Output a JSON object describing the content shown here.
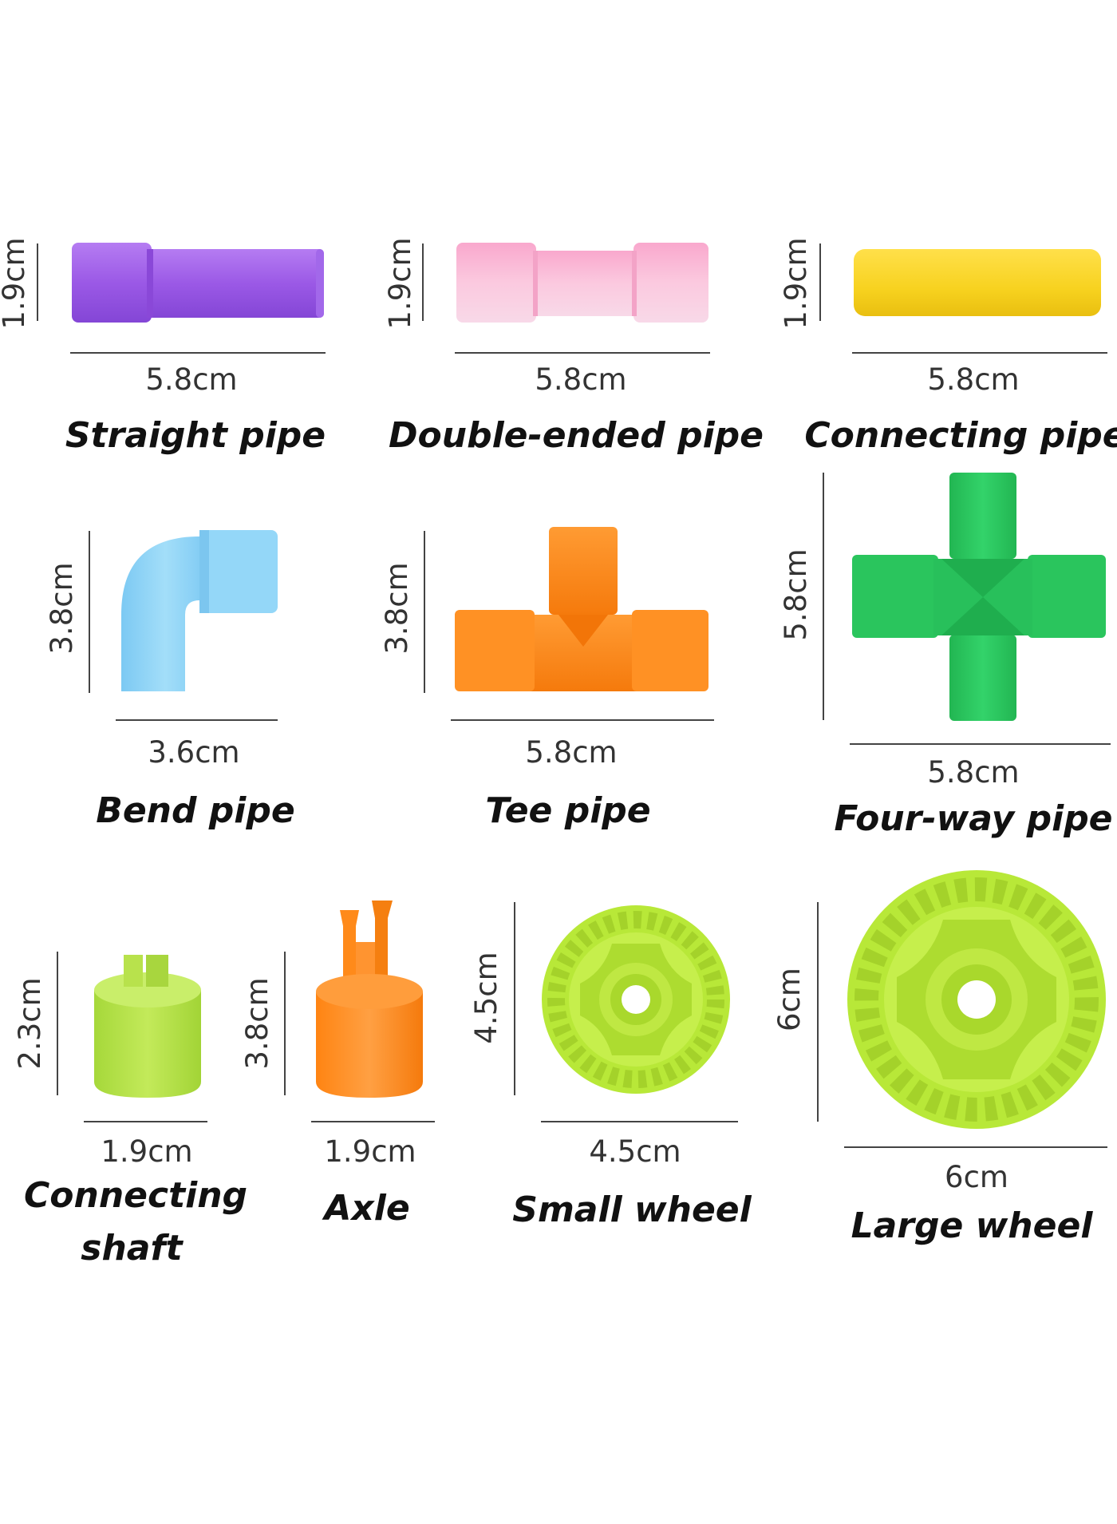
{
  "colors": {
    "purple": "#9b59e6",
    "pink": "#f7b6d2",
    "yellow": "#f7d21f",
    "light_blue": "#8fd4f7",
    "orange": "#ff8a1a",
    "green": "#27c45a",
    "lime": "#b4e04a",
    "wheel_lime": "#b8e838"
  },
  "pieces": {
    "straight_pipe": {
      "name": "Straight pipe",
      "width": "5.8cm",
      "height": "1.9cm"
    },
    "double_ended": {
      "name": "Double-ended pipe",
      "width": "5.8cm",
      "height": "1.9cm"
    },
    "connecting_pipe": {
      "name": "Connecting pipe",
      "width": "5.8cm",
      "height": "1.9cm"
    },
    "bend_pipe": {
      "name": "Bend pipe",
      "width": "3.6cm",
      "height": "3.8cm"
    },
    "tee_pipe": {
      "name": "Tee pipe",
      "width": "5.8cm",
      "height": "3.8cm"
    },
    "four_way": {
      "name": "Four-way pipe",
      "width": "5.8cm",
      "height": "5.8cm"
    },
    "connecting_shaft": {
      "name_line1": "Connecting",
      "name_line2": "shaft",
      "width": "1.9cm",
      "height": "2.3cm"
    },
    "axle": {
      "name": "Axle",
      "width": "1.9cm",
      "height": "3.8cm"
    },
    "small_wheel": {
      "name": "Small wheel",
      "width": "4.5cm",
      "height": "4.5cm"
    },
    "large_wheel": {
      "name": "Large wheel",
      "width": "6cm",
      "height": "6cm"
    }
  }
}
